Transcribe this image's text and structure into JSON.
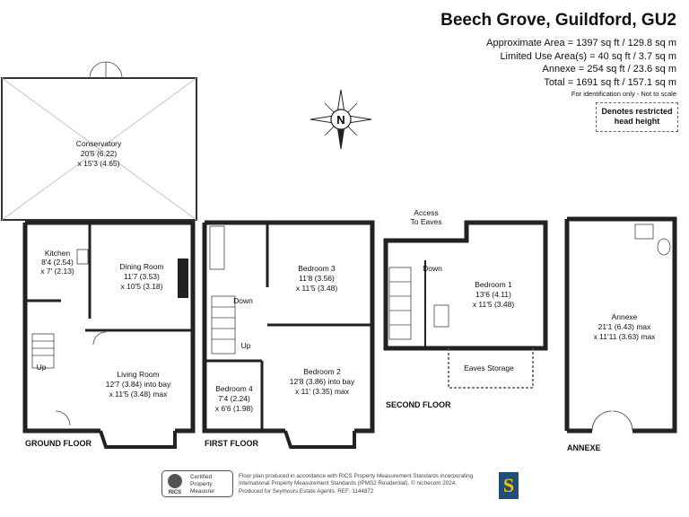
{
  "header": {
    "title": "Beech Grove, Guildford, GU2",
    "areas": [
      "Approximate Area = 1397 sq ft / 129.8 sq m",
      "Limited Use Area(s) = 40 sq ft / 3.7 sq m",
      "Annexe = 254 sq ft / 23.6 sq m",
      "Total = 1691 sq ft / 157.1 sq m"
    ],
    "identification_note": "For identification only - Not to scale",
    "restricted_note": [
      "Denotes restricted",
      "head height"
    ]
  },
  "compass": {
    "label": "N"
  },
  "floors": {
    "ground": "GROUND FLOOR",
    "first": "FIRST FLOOR",
    "second": "SECOND FLOOR",
    "annexe": "ANNEXE"
  },
  "rooms": {
    "conservatory": [
      "Conservatory",
      "20'5 (6.22)",
      "x 15'3 (4.65)"
    ],
    "kitchen": [
      "Kitchen",
      "8'4 (2.54)",
      "x 7' (2.13)"
    ],
    "dining": [
      "Dining Room",
      "11'7 (3.53)",
      "x 10'5 (3.18)"
    ],
    "living": [
      "Living Room",
      "12'7 (3.84) into bay",
      "x 11'5 (3.48) max"
    ],
    "bedroom3": [
      "Bedroom 3",
      "11'8 (3.56)",
      "x 11'5 (3.48)"
    ],
    "bedroom2": [
      "Bedroom 2",
      "12'8 (3.86) into bay",
      "x 11' (3.35) max"
    ],
    "bedroom4": [
      "Bedroom 4",
      "7'4 (2.24)",
      "x 6'6 (1.98)"
    ],
    "bedroom1": [
      "Bedroom 1",
      "13'6 (4.11)",
      "x 11'5 (3.48)"
    ],
    "eaves_storage": "Eaves Storage",
    "access_eaves": [
      "Access",
      "To Eaves"
    ],
    "annexe": [
      "Annexe",
      "21'1 (6.43) max",
      "x 11'11 (3.63) max"
    ]
  },
  "stairs": {
    "up": "Up",
    "down": "Down"
  },
  "footer": {
    "lines": [
      "Floor plan produced in accordance with RICS Property Measurement Standards incorporating",
      "International Property Measurement Standards (IPMS2 Residential). © nichecom 2024.",
      "Produced for Seymours Estate Agents.   REF: 1144872"
    ],
    "rics_badge": [
      "RICS",
      "Certified",
      "Property",
      "Measurer"
    ],
    "logo_letter": "S"
  }
}
